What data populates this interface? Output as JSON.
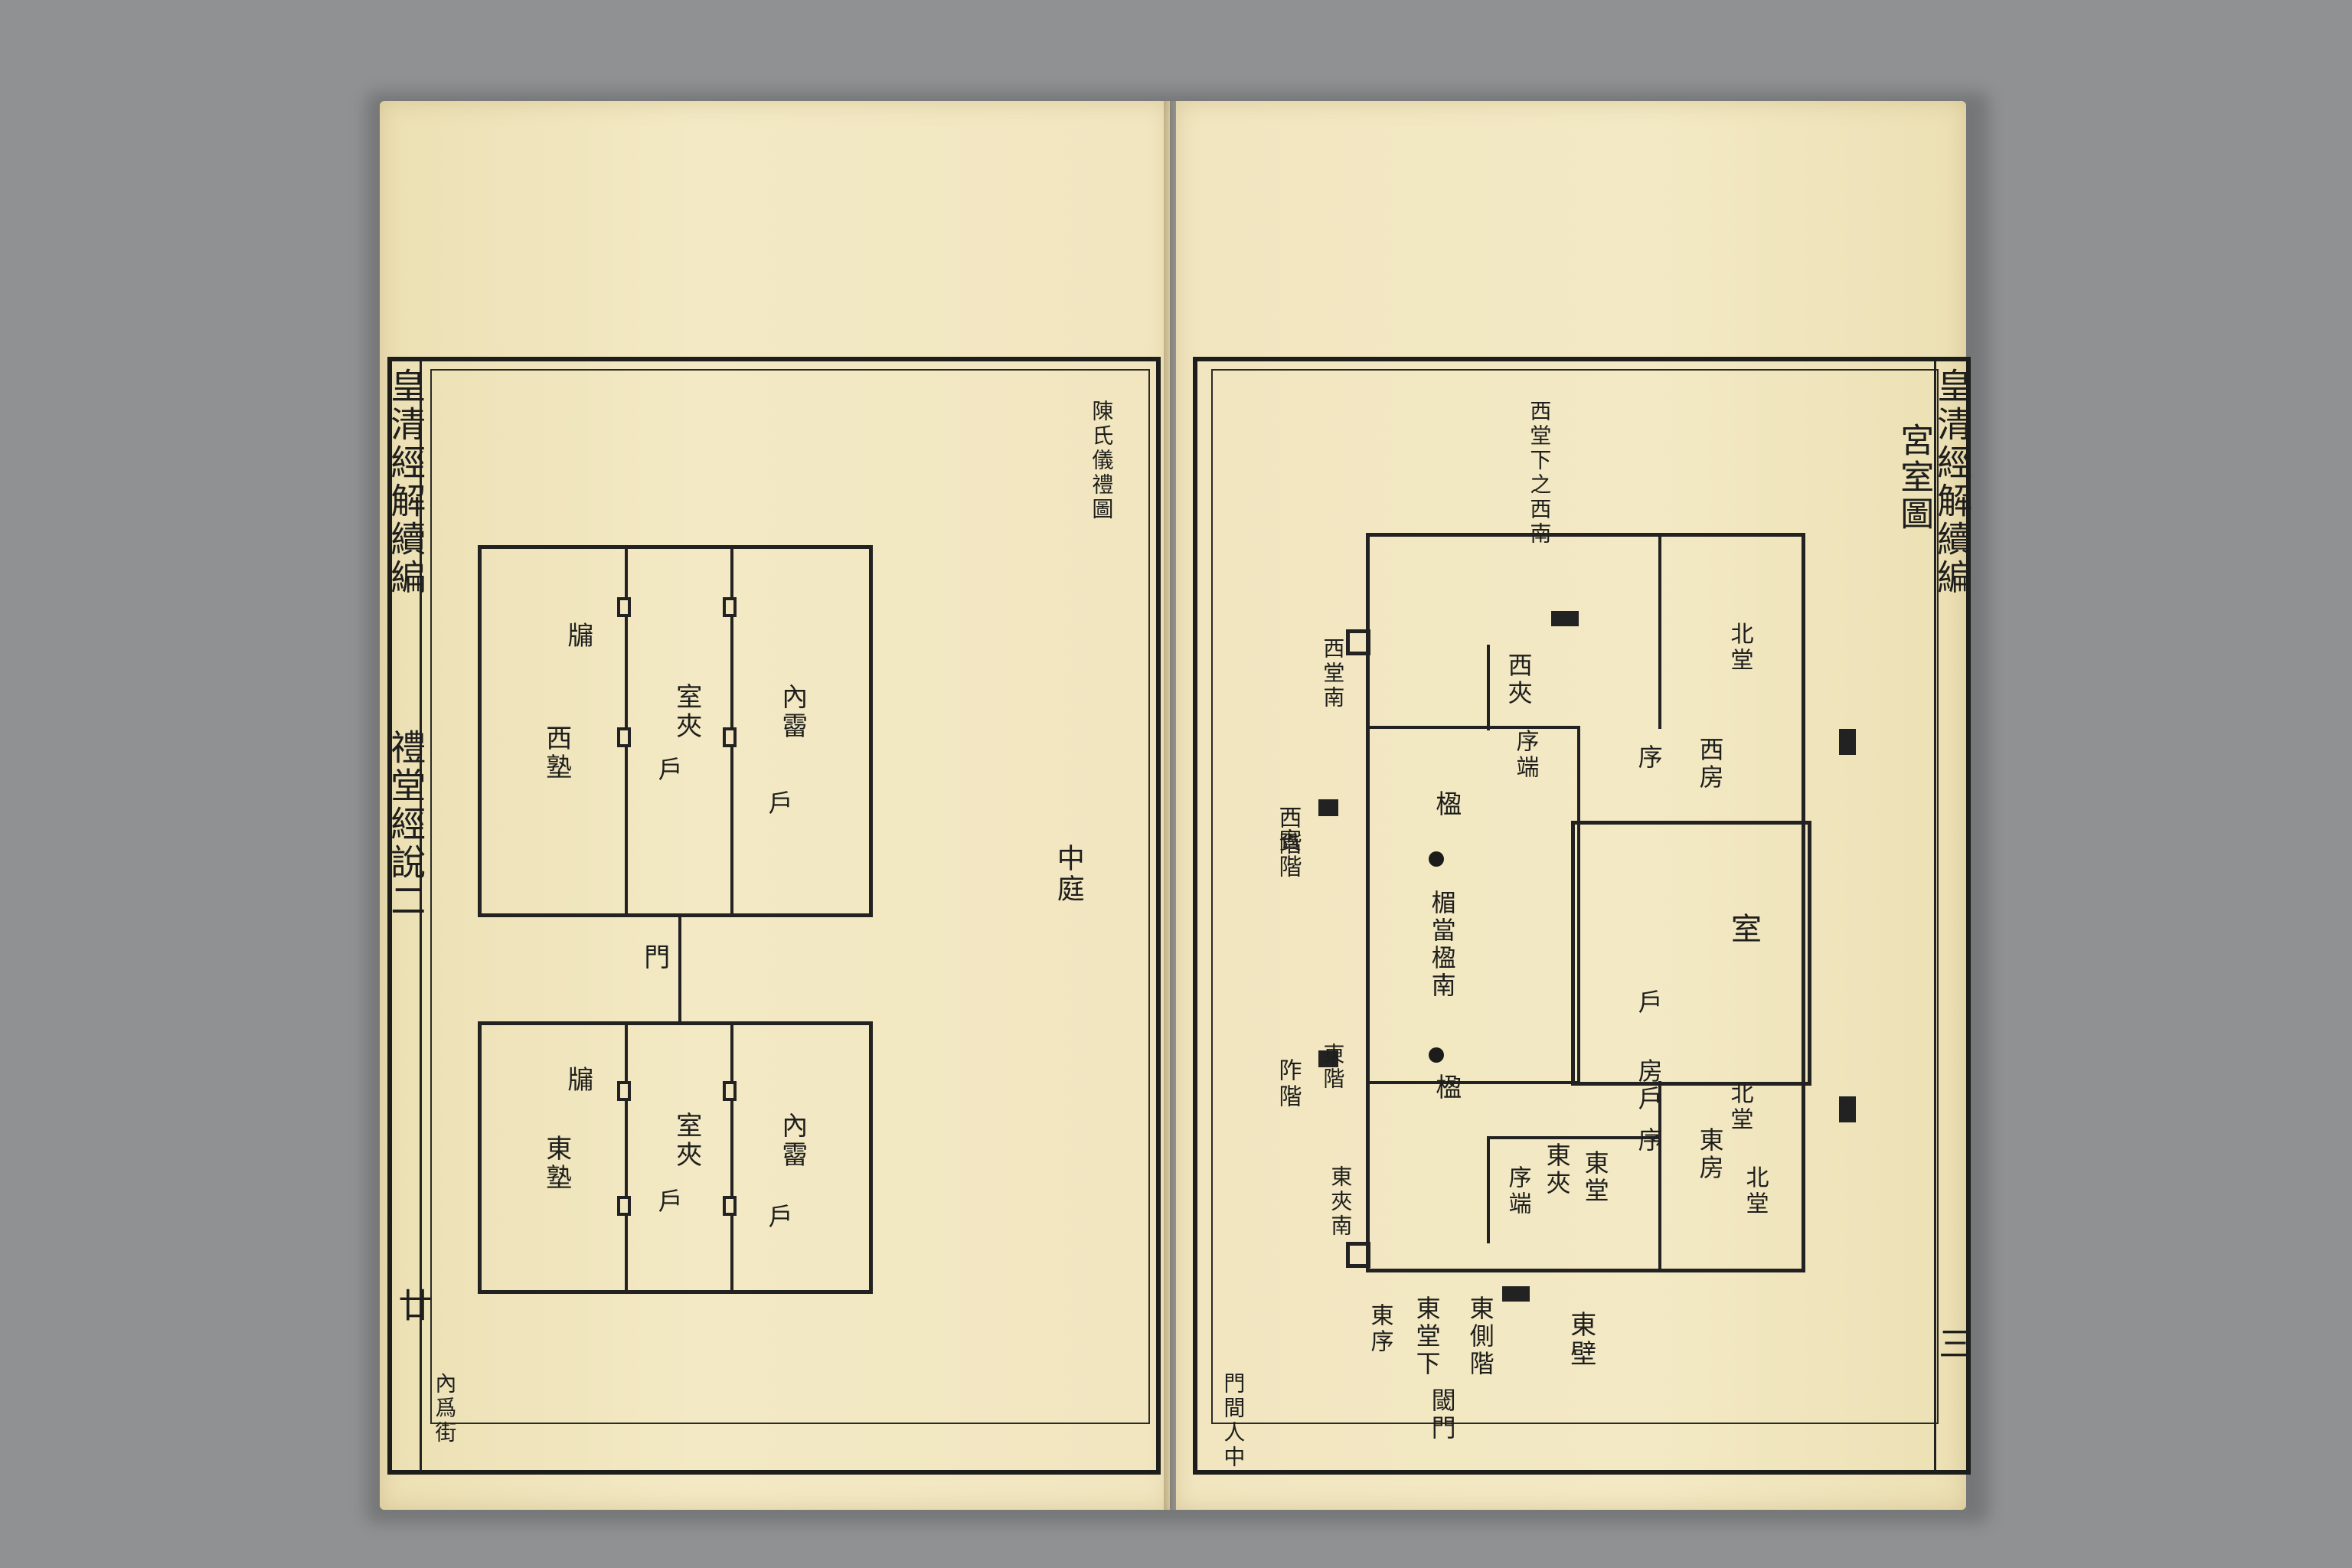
{
  "left_page": {
    "margin_title": "皇清經解續編",
    "margin_subtitle": "禮堂經說二",
    "page_no": "廿",
    "top_note": "陳氏儀禮圖",
    "bottom_note": "內爲街",
    "labels": {
      "west_room": "西塾",
      "west_chamber": "室夾",
      "west_pillar": "牖",
      "west_inner": "內霤",
      "west_hu": "戶",
      "gate": "門",
      "east_room": "東塾",
      "east_chamber": "室夾",
      "east_pillar": "牖",
      "east_inner": "內霤",
      "east_hu": "戶",
      "courtyard": "中庭"
    }
  },
  "right_page": {
    "margin_title": "皇清經解續編",
    "page_no": "三",
    "diagram_title": "宮室圖",
    "top_note": "西堂下之西南",
    "bottom_note": "門間人中",
    "labels": {
      "west_side_room": "西房",
      "west_jar": "西夾",
      "west_xu": "序",
      "west_steps": "西階",
      "guest_steps": "賓階",
      "west_duan": "序端",
      "west_hall_south": "西堂南",
      "pillar_west": "楹",
      "pillar_east": "楹",
      "hall_center": "楣當楹南",
      "room": "室",
      "hu": "戶",
      "fang_hu": "房戶",
      "east_side_room": "東房",
      "north_jar": "北堂",
      "east_xu": "序",
      "east_duan": "序端",
      "host_steps": "阼階",
      "east_steps": "東階",
      "east_jar": "東夾",
      "east_hall": "東堂",
      "east_side": "東側階",
      "east_hall_below": "東堂下",
      "east_wall": "東壁",
      "gate_inner": "閾門",
      "dongxu": "東序",
      "east_south": "東夾南",
      "west_fang": "西房",
      "north_top1": "北堂",
      "north_top2": "北堂"
    }
  }
}
